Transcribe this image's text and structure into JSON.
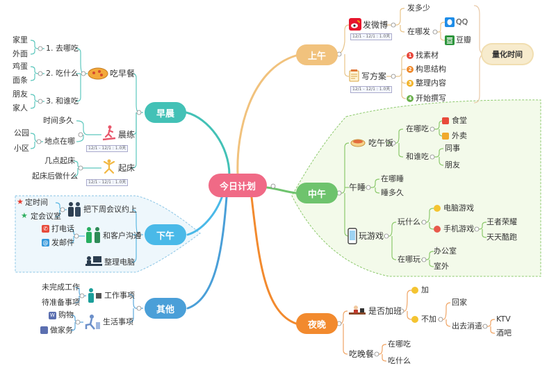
{
  "center": {
    "title": "今日计划"
  },
  "branches": {
    "morning": {
      "label": "早晨",
      "color": "#43c1b6"
    },
    "forenoon": {
      "label": "上午",
      "color": "#f1c27d"
    },
    "noon": {
      "label": "中午",
      "color": "#6ec36d"
    },
    "afternoon": {
      "label": "下午",
      "color": "#4ab9e8"
    },
    "other": {
      "label": "其他",
      "color": "#4a9fd8"
    },
    "evening": {
      "label": "夜晚",
      "color": "#f28a2e"
    }
  },
  "morning": {
    "breakfast": "吃早餐",
    "q1": "1. 去哪吃",
    "q1_a": "家里",
    "q1_b": "外面",
    "q2": "2. 吃什么",
    "q2_a": "鸡蛋",
    "q2_b": "面条",
    "q3": "3. 和谁吃",
    "q3_a": "朋友",
    "q3_b": "家人",
    "exercise": "晨练",
    "ex_time": "时间多久",
    "ex_place": "地点在哪",
    "place_a": "公园",
    "place_b": "小区",
    "wake": "起床",
    "wake_a": "几点起床",
    "wake_b": "起床后做什么",
    "badge1": "12/1 - 12/1 : 1.0天",
    "badge2": "12/1 - 12/1 : 1.0天"
  },
  "forenoon": {
    "weibo": "发微博",
    "how_many": "发多少",
    "where_post": "在哪发",
    "qq": "QQ",
    "douban": "豆瓣",
    "badge1": "12/1 - 12/1 : 1.0天",
    "plan": "写方案",
    "badge2": "12/1 - 12/1 : 1.0天",
    "steps": [
      "找素材",
      "构思结构",
      "整理内容",
      "开始撰写"
    ],
    "step_nums": [
      "1",
      "2",
      "3",
      "4"
    ],
    "quantify": "量化时间"
  },
  "noon": {
    "lunch": "吃午饭",
    "where_eat": "在哪吃",
    "canteen": "食堂",
    "takeout": "外卖",
    "with_whom": "和谁吃",
    "colleague": "同事",
    "friend": "朋友",
    "nap": "午睡",
    "where_nap": "在哪睡",
    "how_long": "睡多久",
    "games": "玩游戏",
    "what_play": "玩什么",
    "pc_game": "电脑游戏",
    "mobile_game": "手机游戏",
    "honor": "王者荣耀",
    "parkour": "天天酷跑",
    "where_play": "在哪玩",
    "office": "办公室",
    "outdoor": "室外"
  },
  "afternoon": {
    "meeting": "把下周会议约上",
    "set_time": "定时间",
    "set_room": "定会议室",
    "client": "和客户沟通",
    "call": "打电话",
    "email": "发邮件",
    "computer": "整理电脑"
  },
  "other": {
    "work": "工作事项",
    "unfinished": "未完成工作",
    "todo": "待准备事项",
    "life": "生活事项",
    "shopping": "购物",
    "chores": "做家务"
  },
  "evening": {
    "overtime": "是否加班",
    "yes": "加",
    "no": "不加",
    "home": "回家",
    "relax": "出去消遣",
    "ktv": "KTV",
    "bar": "酒吧",
    "dinner": "吃晚餐",
    "where_dine": "在哪吃",
    "what_dine": "吃什么"
  }
}
